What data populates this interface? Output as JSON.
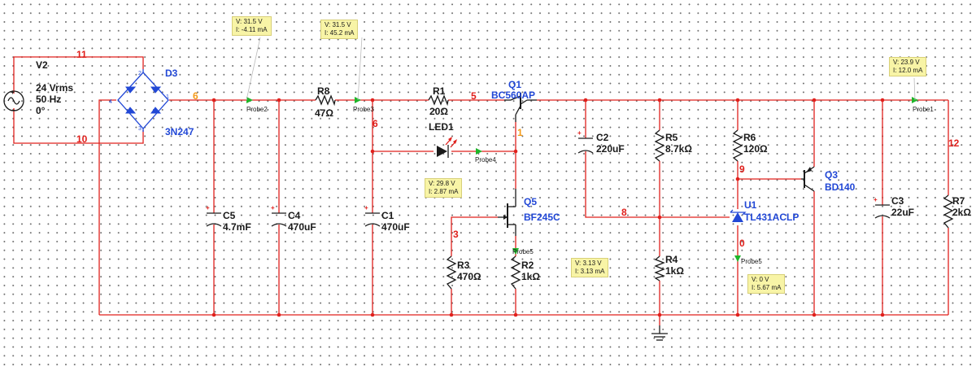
{
  "components": {
    "v2": {
      "name": "V2",
      "value": "24 Vrms",
      "freq": "50 Hz",
      "phase": "0°"
    },
    "d3": {
      "name": "D3",
      "part": "3N247"
    },
    "r8": {
      "name": "R8",
      "value": "47Ω"
    },
    "r1": {
      "name": "R1",
      "value": "20Ω"
    },
    "led1": {
      "name": "LED1"
    },
    "q1": {
      "name": "Q1",
      "part": "BC560AP"
    },
    "q5": {
      "name": "Q5",
      "part": "BF245C"
    },
    "q3": {
      "name": "Q3",
      "part": "BD140"
    },
    "u1": {
      "name": "U1",
      "part": "TL431ACLP"
    },
    "c5": {
      "name": "C5",
      "value": "4.7mF"
    },
    "c4": {
      "name": "C4",
      "value": "470uF"
    },
    "c1": {
      "name": "C1",
      "value": "470uF"
    },
    "c2": {
      "name": "C2",
      "value": "220uF"
    },
    "c3": {
      "name": "C3",
      "value": "22uF"
    },
    "r5": {
      "name": "R5",
      "value": "8.7kΩ"
    },
    "r6": {
      "name": "R6",
      "value": "120Ω"
    },
    "r4": {
      "name": "R4",
      "value": "1kΩ"
    },
    "r3": {
      "name": "R3",
      "value": "470Ω"
    },
    "r2": {
      "name": "R2",
      "value": "1kΩ"
    },
    "r7": {
      "name": "R7",
      "value": "2kΩ"
    }
  },
  "nets": [
    "11",
    "10",
    "6",
    "5",
    "6",
    "1",
    "8",
    "9",
    "0",
    "12",
    "3"
  ],
  "diode_pins": [
    "2",
    "4",
    "1",
    "3"
  ],
  "probes": [
    "Probe2",
    "Probe3",
    "Probe4",
    "Probe5",
    "Probe5",
    "Probe1"
  ],
  "measurements": [
    {
      "v": "V: 31.5 V",
      "i": "I: -4.11 mA"
    },
    {
      "v": "V: 31.5 V",
      "i": "I: 45.2 mA"
    },
    {
      "v": "V: 29.8 V",
      "i": "I: 2.87 mA"
    },
    {
      "v": "V: 3.13 V",
      "i": "I: 3.13 mA"
    },
    {
      "v": "V: 0 V",
      "i": "I: 5.67 mA"
    },
    {
      "v": "V: 23.9 V",
      "i": "I: 12.0 mA"
    }
  ]
}
